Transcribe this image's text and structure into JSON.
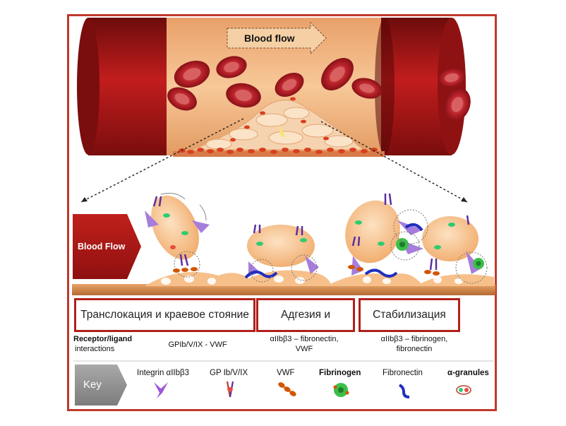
{
  "top": {
    "blood_flow_label": "Blood flow"
  },
  "side": {
    "blood_flow_label": "Blood Flow"
  },
  "stages": [
    {
      "label": "Транслокация и краевое стояние"
    },
    {
      "label": "Адгезия и"
    },
    {
      "label": "Стабилизация"
    }
  ],
  "interactions": {
    "header_line1": "Receptor/ligand",
    "header_line2": "interactions",
    "stage1": "GPIb/V/IX - VWF",
    "stage2_line1": "αIIbβ3 – fibronectin,",
    "stage2_line2": "VWF",
    "stage3_line1": "αIIbβ3 – fibrinogen,",
    "stage3_line2": "fibronectin"
  },
  "key": {
    "title": "Key",
    "items": [
      {
        "label": "Integrin αIIbβ3",
        "icon": "integrin-icon",
        "color": "#9b59d6"
      },
      {
        "label": "GP Ib/V/IX",
        "icon": "gpib-icon",
        "color": "#c0392b"
      },
      {
        "label": "VWF",
        "icon": "vwf-icon",
        "color": "#d35400"
      },
      {
        "label": "Fibrinogen",
        "icon": "fibrinogen-icon",
        "color": "#3cbf4a"
      },
      {
        "label": "Fibronectin",
        "icon": "fibronectin-icon",
        "color": "#1f2fbf"
      },
      {
        "label": "α-granules",
        "icon": "alpha-granule-icon",
        "color": "#2ecc71"
      }
    ]
  },
  "colors": {
    "frame": "#c0392b",
    "vessel_dark": "#9b1212",
    "vessel_lumen": "#f2b783",
    "platelet": "#f7c08a",
    "rbc": "#a01a22"
  }
}
